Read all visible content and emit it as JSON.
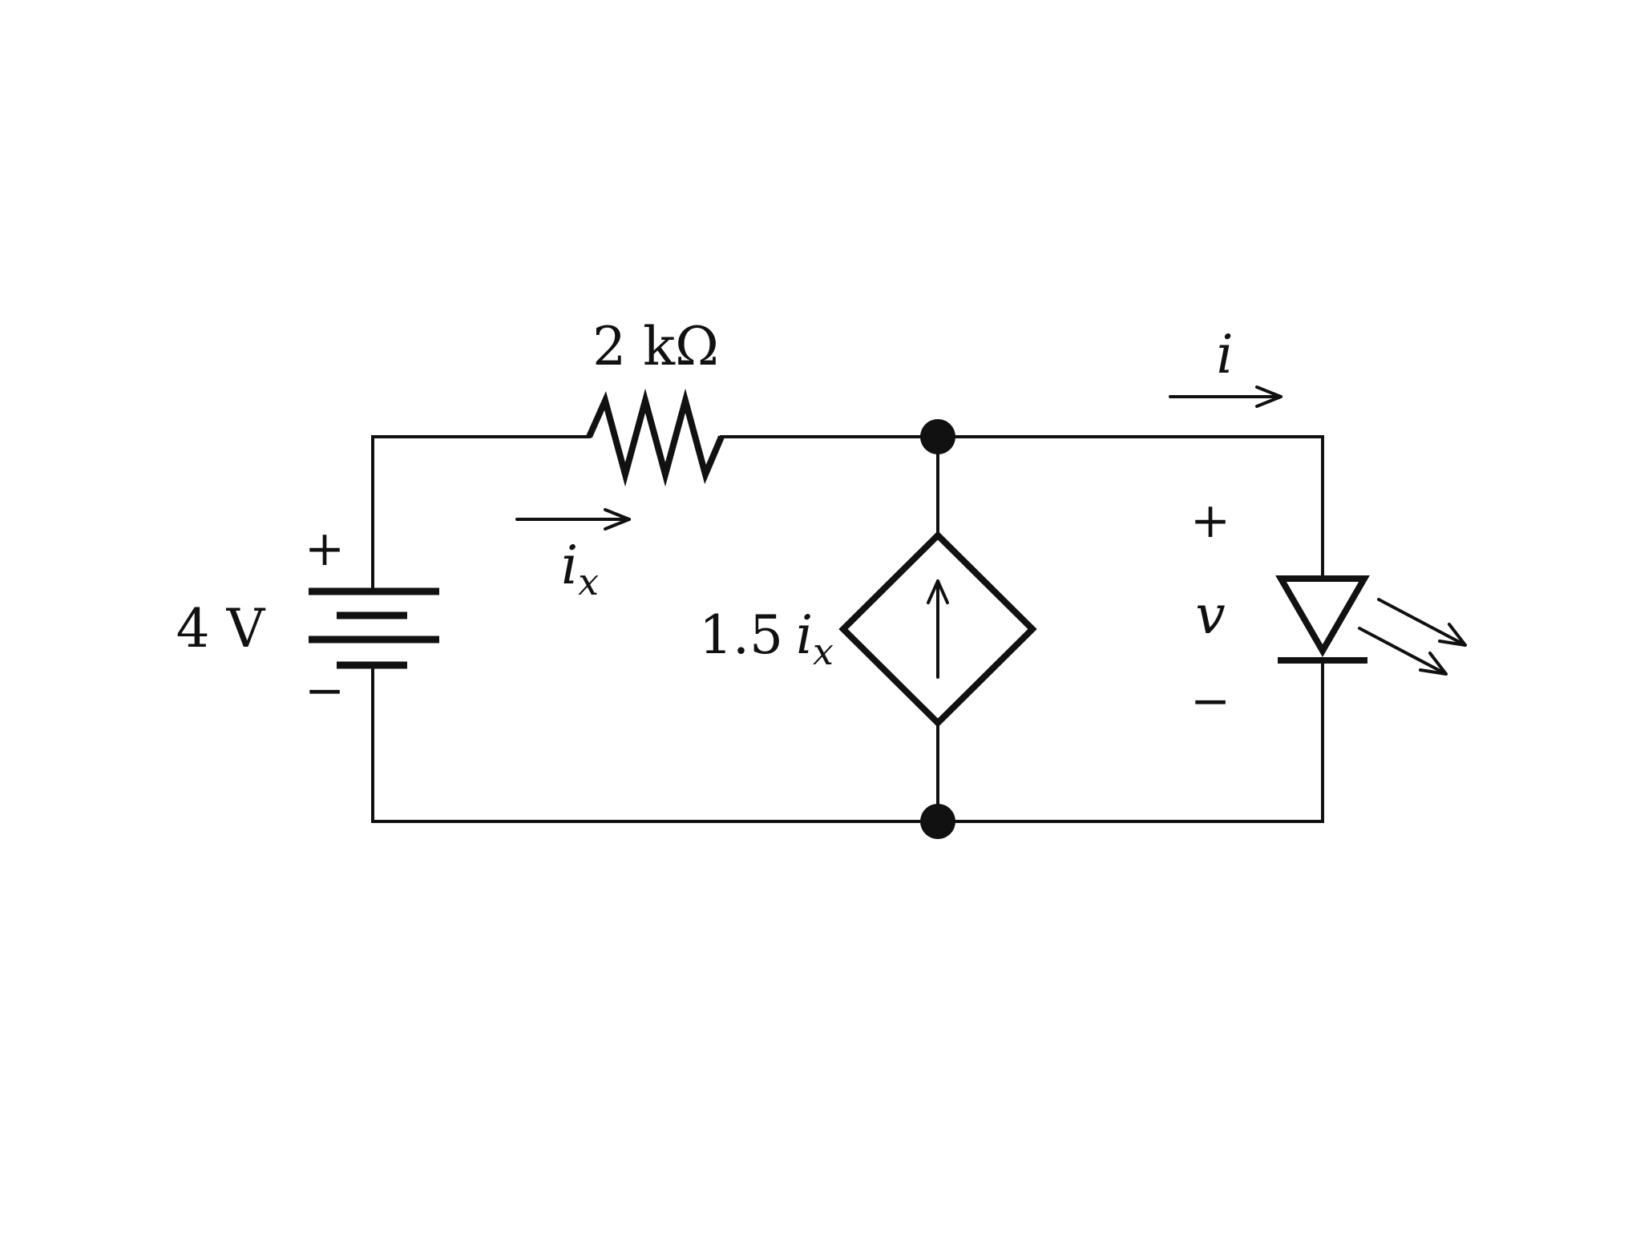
{
  "resistor": {
    "label": "2 kΩ"
  },
  "battery": {
    "label": "4 V",
    "plus": "+",
    "minus": "−"
  },
  "current_ix": {
    "symbol": "i",
    "subscript": "x"
  },
  "dependent_source": {
    "coefficient": "1.5",
    "symbol": "i",
    "subscript": "x"
  },
  "current_i": {
    "symbol": "i"
  },
  "led_voltage": {
    "plus": "+",
    "symbol": "v",
    "minus": "−"
  }
}
